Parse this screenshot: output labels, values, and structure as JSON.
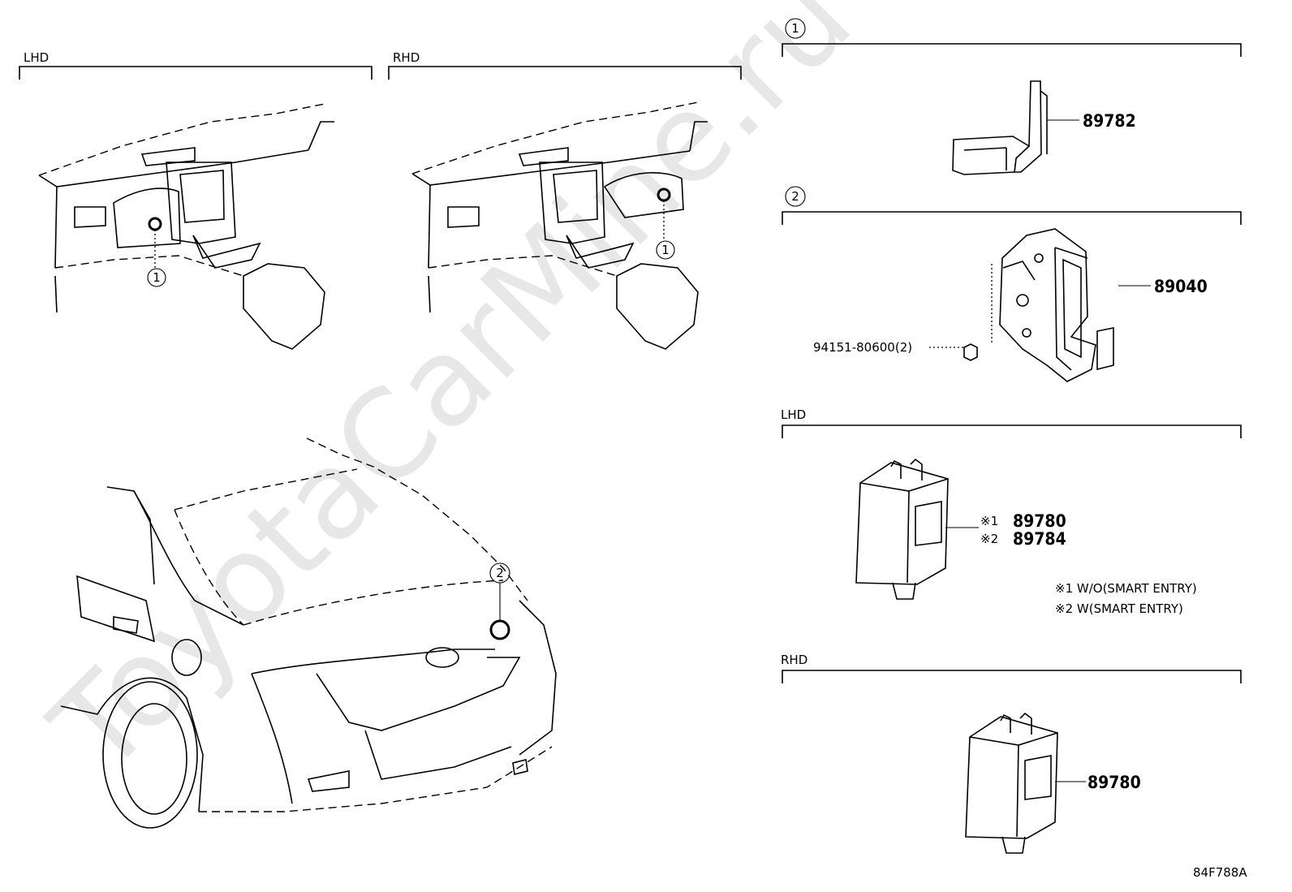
{
  "watermark": "ToyotaCarMine.ru",
  "top_left": {
    "lhd_label": "LHD",
    "rhd_label": "RHD",
    "lhd_callout": "1",
    "rhd_callout": "1"
  },
  "car_callout": "2",
  "sections": {
    "s1": {
      "marker": "1",
      "part": "89782"
    },
    "s2": {
      "marker": "2",
      "part": "89040",
      "fastener": "94151-80600(2)"
    },
    "s3": {
      "label": "LHD",
      "part_line1_mark": "※1",
      "part_line1": "89780",
      "part_line2_mark": "※2",
      "part_line2": "89784"
    },
    "s4": {
      "label": "RHD",
      "part": "89780"
    }
  },
  "notes": {
    "n1": "※1 W/O(SMART ENTRY)",
    "n2": "※2 W(SMART ENTRY)"
  },
  "figure_code": "84F788A"
}
